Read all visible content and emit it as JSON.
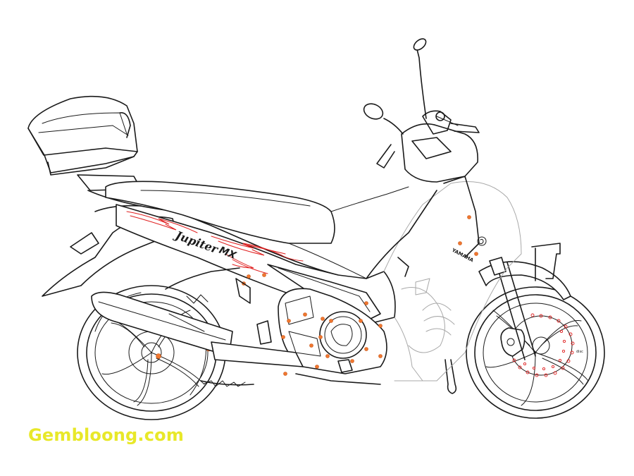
{
  "image": {
    "subject": "Line-art illustration of a Yamaha underbone motorcycle with top box",
    "brand_label": "YAMAHA",
    "decal_model": "Jupiter",
    "decal_suffix": "MX",
    "hub_label": "disc",
    "watermark": "Gembloong.com"
  },
  "colors": {
    "line": "#1a1a1a",
    "faded_line": "#a8a8a8",
    "decal_red": "#e02020",
    "bolt_orange": "#f07830",
    "watermark_yellow": "#e8e829",
    "background": "#ffffff"
  }
}
